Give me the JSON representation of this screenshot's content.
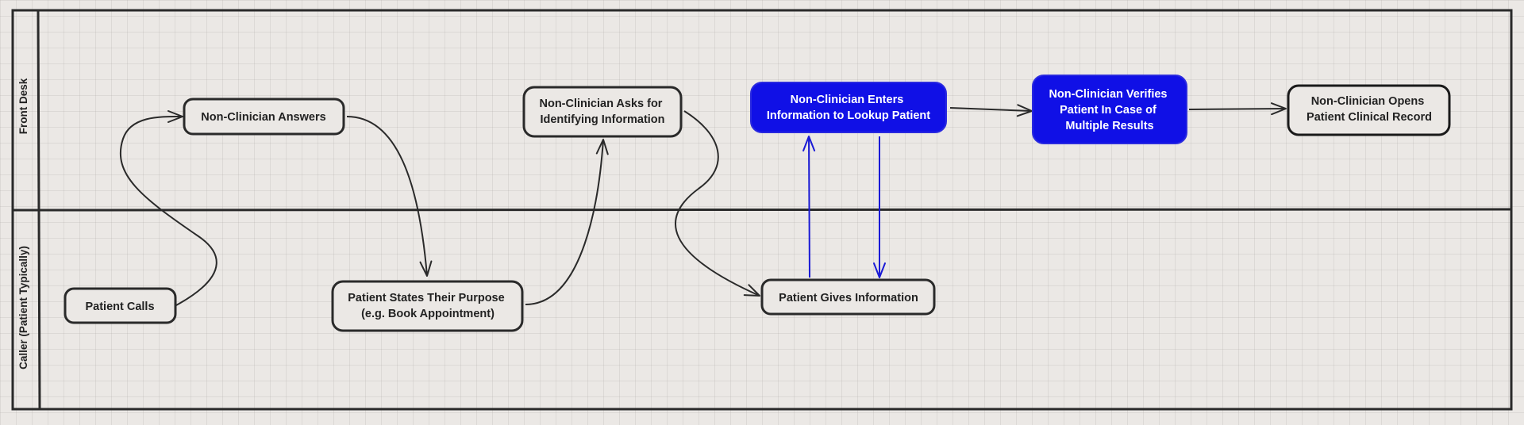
{
  "lanes": [
    {
      "id": "front-desk",
      "label": "Front Desk"
    },
    {
      "id": "caller",
      "label": "Caller (Patient Typically)"
    }
  ],
  "nodes": [
    {
      "id": "patient-calls",
      "lines": [
        "Patient Calls"
      ],
      "highlight": false
    },
    {
      "id": "non-clinician-answers",
      "lines": [
        "Non-Clinician Answers"
      ],
      "highlight": false
    },
    {
      "id": "patient-states-purpose",
      "lines": [
        "Patient States Their Purpose",
        "(e.g. Book Appointment)"
      ],
      "highlight": false
    },
    {
      "id": "non-clinician-asks",
      "lines": [
        "Non-Clinician Asks for",
        "Identifying Information"
      ],
      "highlight": false
    },
    {
      "id": "non-clinician-enters",
      "lines": [
        "Non-Clinician Enters",
        "Information to Lookup Patient"
      ],
      "highlight": true
    },
    {
      "id": "patient-gives-info",
      "lines": [
        "Patient Gives Information"
      ],
      "highlight": false
    },
    {
      "id": "non-clinician-verifies",
      "lines": [
        "Non-Clinician Verifies",
        "Patient In Case of",
        "Multiple Results"
      ],
      "highlight": true
    },
    {
      "id": "non-clinician-opens",
      "lines": [
        "Non-Clinician Opens",
        "Patient Clinical Record"
      ],
      "highlight": false
    }
  ],
  "edges": [
    {
      "from": "patient-calls",
      "to": "non-clinician-answers",
      "highlight": false
    },
    {
      "from": "non-clinician-answers",
      "to": "patient-states-purpose",
      "highlight": false
    },
    {
      "from": "patient-states-purpose",
      "to": "non-clinician-asks",
      "highlight": false
    },
    {
      "from": "non-clinician-asks",
      "to": "patient-gives-info",
      "highlight": false
    },
    {
      "from": "patient-gives-info",
      "to": "non-clinician-enters",
      "highlight": true
    },
    {
      "from": "non-clinician-enters",
      "to": "patient-gives-info",
      "highlight": true
    },
    {
      "from": "non-clinician-enters",
      "to": "non-clinician-verifies",
      "highlight": false
    },
    {
      "from": "non-clinician-verifies",
      "to": "non-clinician-opens",
      "highlight": false
    }
  ],
  "colors": {
    "highlight_fill": "#1010e6",
    "highlight_text": "#ffffff",
    "highlight_stroke": "#2a2adf",
    "normal_fill": "#ebe8e5",
    "normal_stroke": "#2a2a2a",
    "normal_text": "#222222",
    "frame_stroke": "#2a2a2a"
  }
}
